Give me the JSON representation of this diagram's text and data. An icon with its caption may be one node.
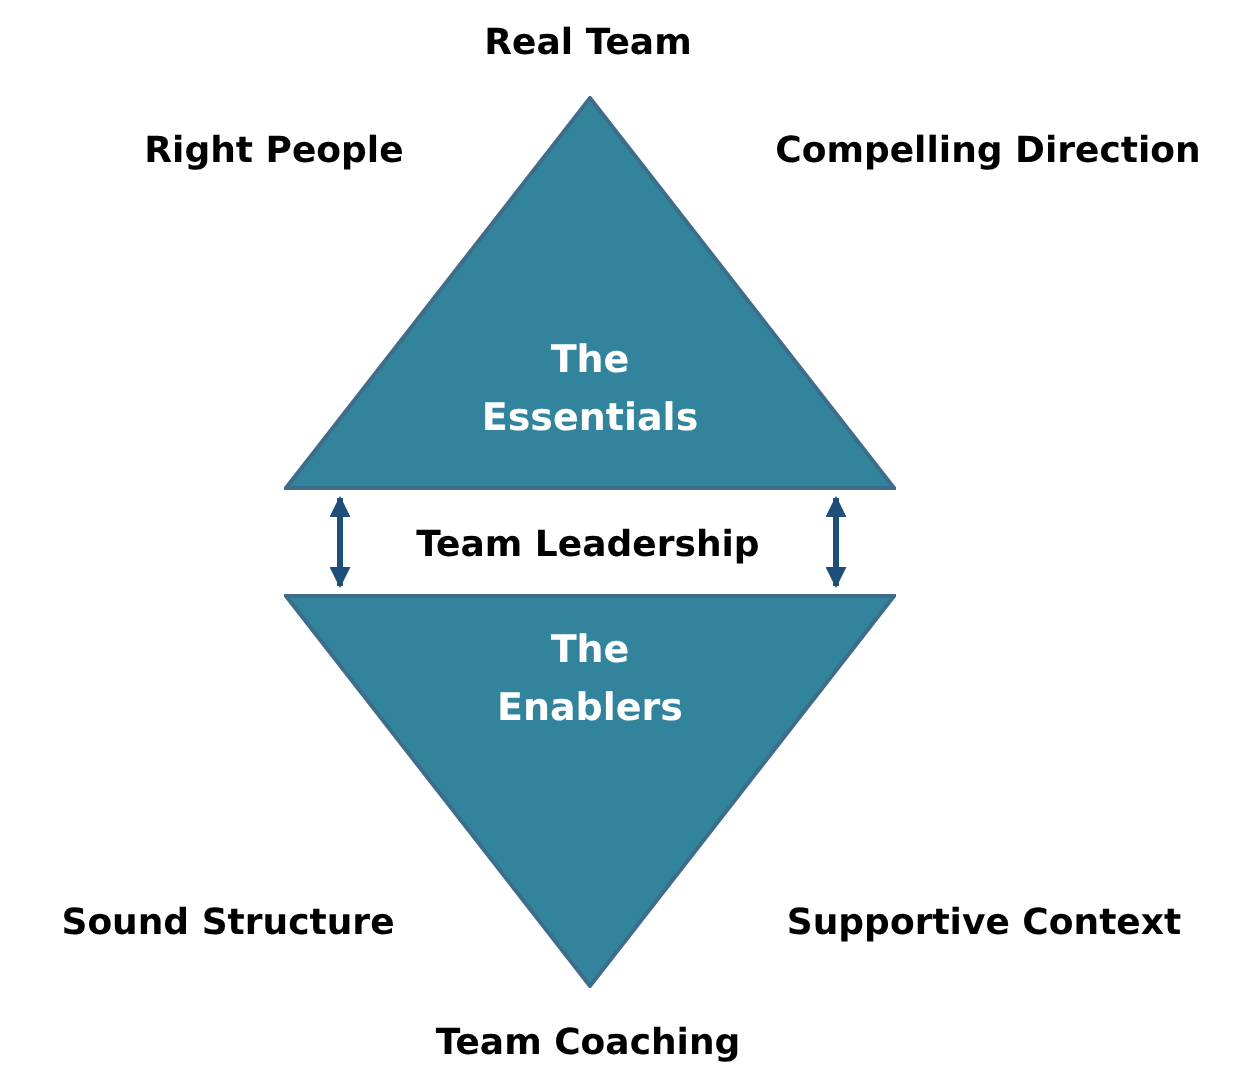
{
  "diagram": {
    "nodes": [
      {
        "text": [
          "The Essentials"
        ]
      },
      {
        "text": [
          "The Enablers"
        ]
      }
    ],
    "edges": [
      {
        "from": 0,
        "to": 1,
        "arrow": "both"
      },
      {
        "from": 0,
        "to": 1,
        "arrow": "both"
      }
    ],
    "labels": [
      "Real Team",
      "Right People",
      "Compelling Direction",
      "Team Leadership",
      "Sound Structure",
      "Supportive Context",
      "Team Coaching"
    ]
  }
}
